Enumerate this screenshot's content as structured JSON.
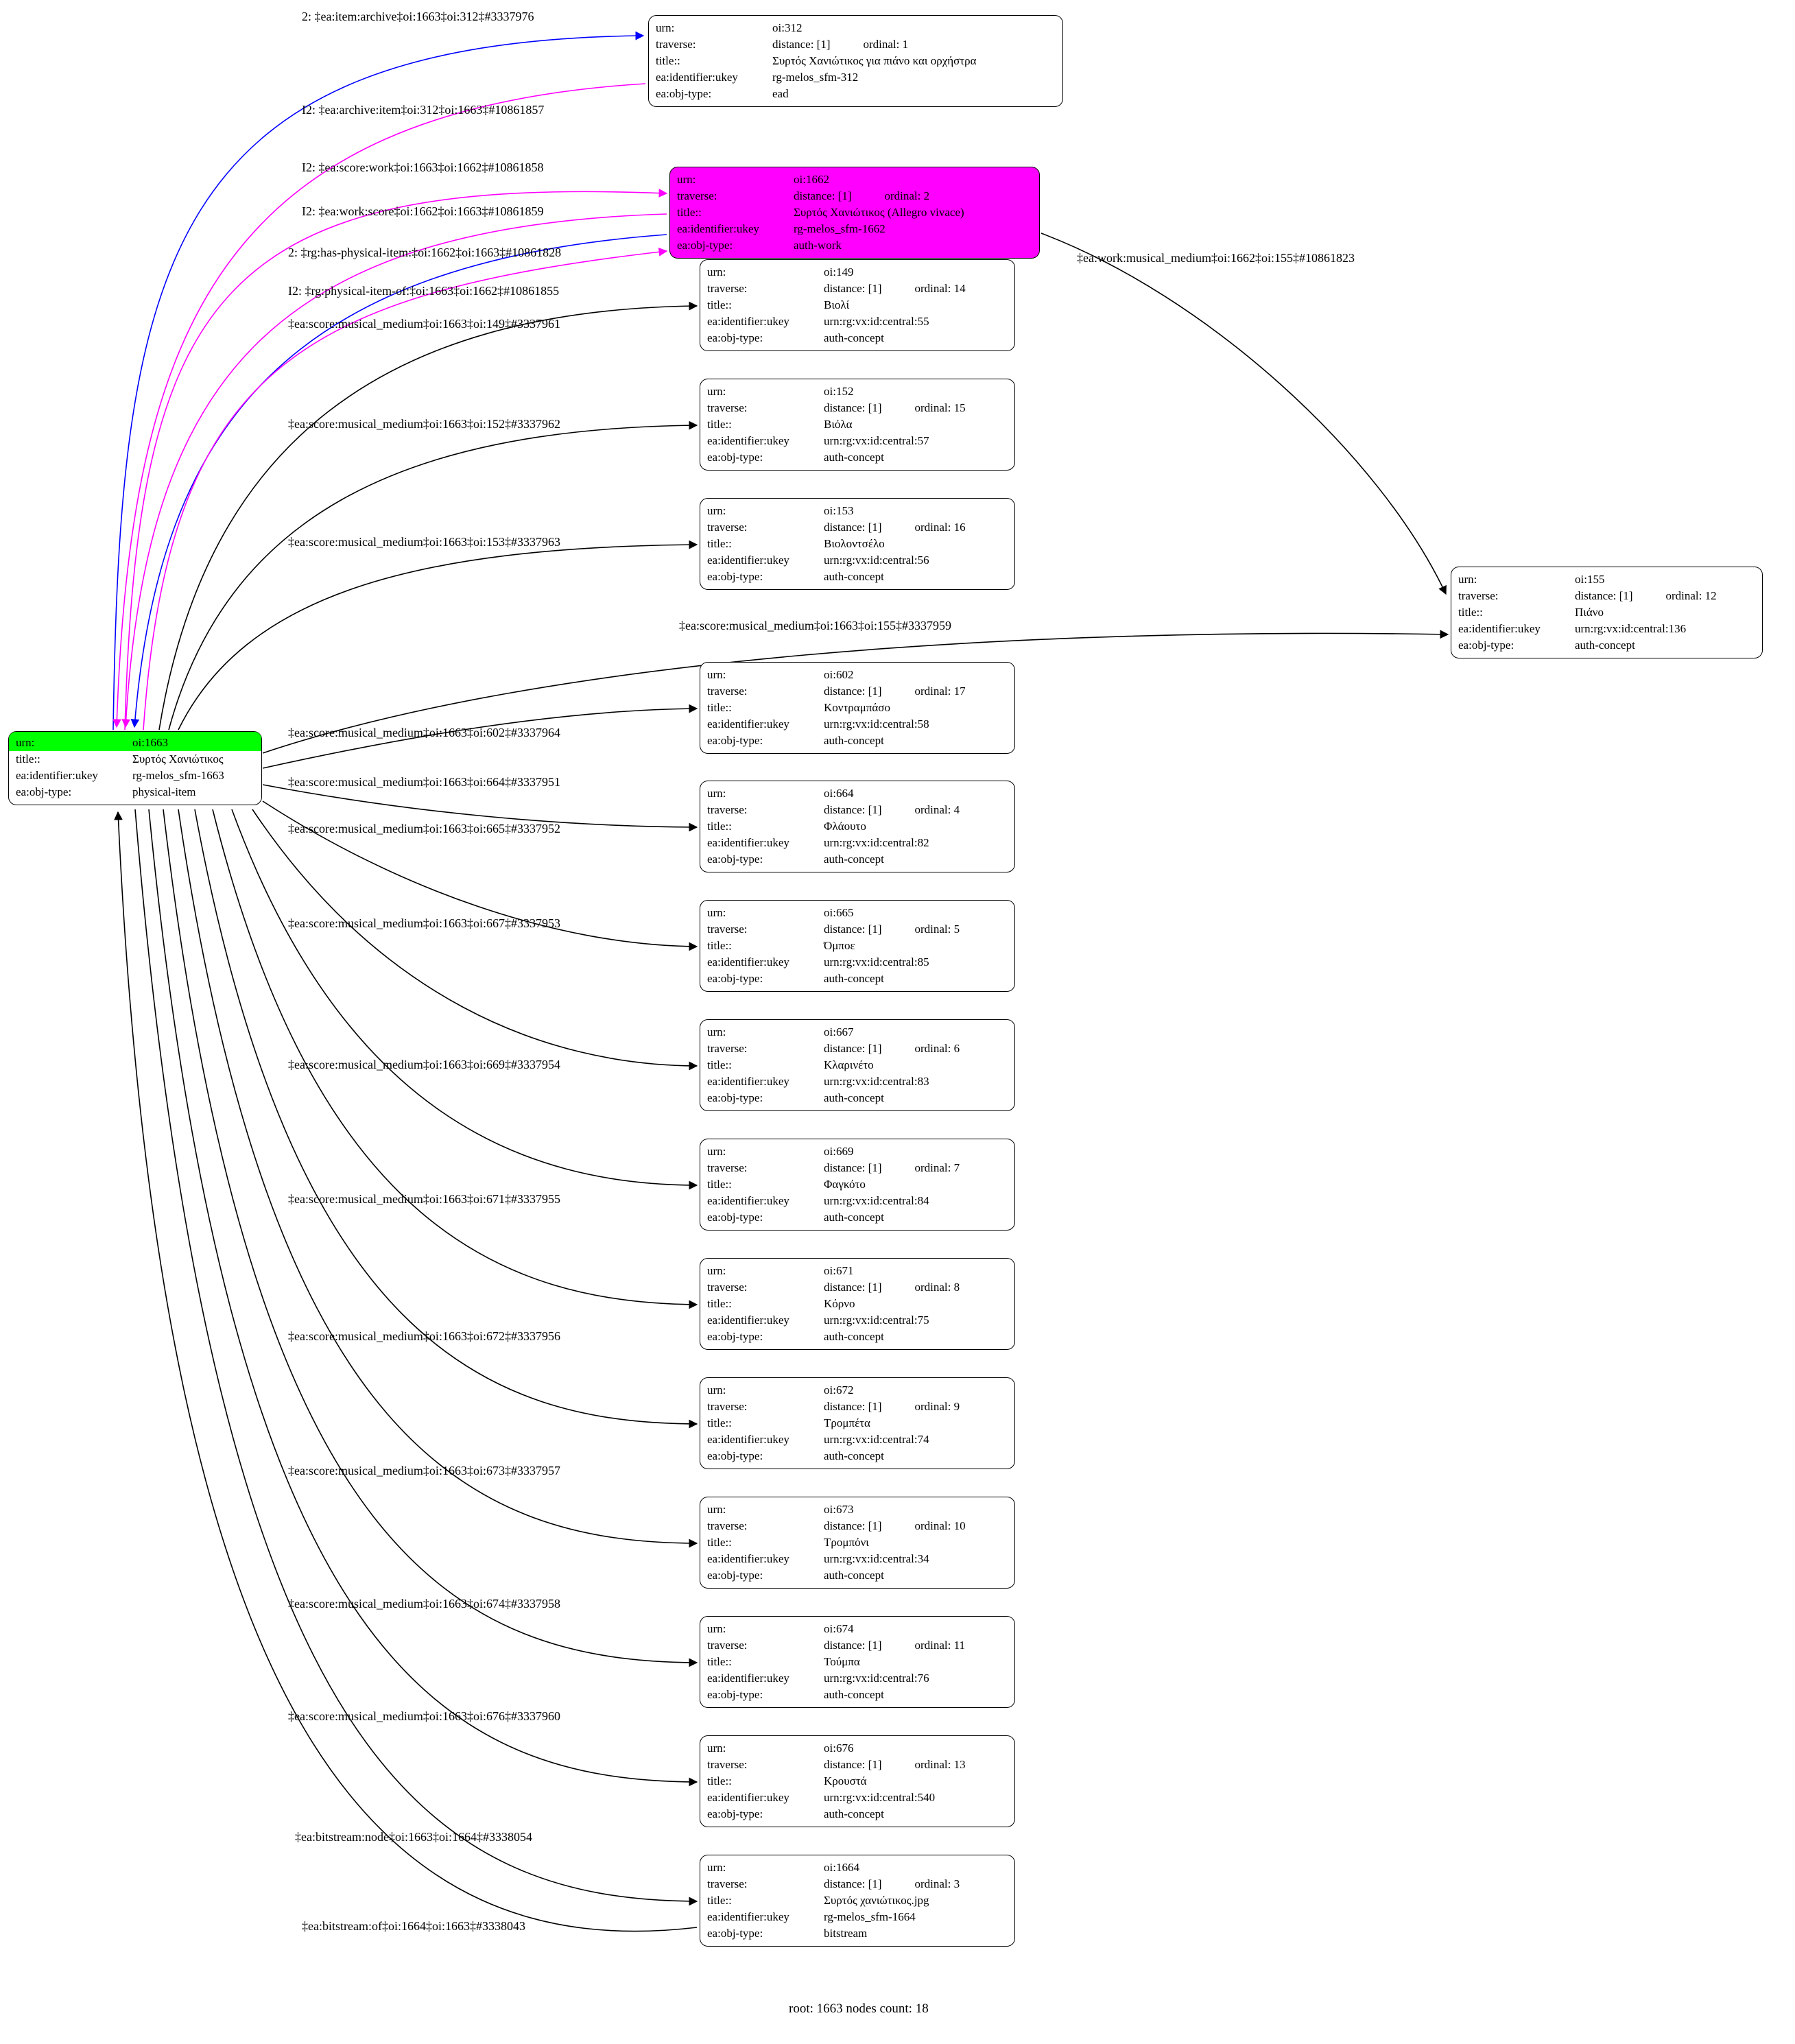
{
  "colors": {
    "root_highlight": "#00ff00",
    "work_node_fill": "#ff00ff",
    "edge_forward": "#0000ff",
    "edge_inverse": "#ff00ff",
    "edge_default": "#000000"
  },
  "labels": {
    "urn": "urn:",
    "traverse": "traverse:",
    "title": "title::",
    "ukey": "ea:identifier:ukey",
    "objtype": "ea:obj-type:"
  },
  "footer": "root: 1663 nodes count: 18",
  "nodes": {
    "n1663": {
      "urn": "oi:1663",
      "title": "Συρτός Χανιώτικος",
      "ukey": "rg-melos_sfm-1663",
      "objtype": "physical-item"
    },
    "n312": {
      "urn": "oi:312",
      "distance": "distance: [1]",
      "ordinal": "ordinal: 1",
      "title": "Συρτός Χανιώτικος για πιάνο και ορχήστρα",
      "ukey": "rg-melos_sfm-312",
      "objtype": "ead"
    },
    "n1662": {
      "urn": "oi:1662",
      "distance": "distance: [1]",
      "ordinal": "ordinal: 2",
      "title": "Συρτός Χανιώτικος (Allegro vivace)",
      "ukey": "rg-melos_sfm-1662",
      "objtype": "auth-work"
    },
    "n1664": {
      "urn": "oi:1664",
      "distance": "distance: [1]",
      "ordinal": "ordinal: 3",
      "title": "Συρτός χανιώτικος.jpg",
      "ukey": "rg-melos_sfm-1664",
      "objtype": "bitstream"
    },
    "n664": {
      "urn": "oi:664",
      "distance": "distance: [1]",
      "ordinal": "ordinal: 4",
      "title": "Φλάουτο",
      "ukey": "urn:rg:vx:id:central:82",
      "objtype": "auth-concept"
    },
    "n665": {
      "urn": "oi:665",
      "distance": "distance: [1]",
      "ordinal": "ordinal: 5",
      "title": "Όμποε",
      "ukey": "urn:rg:vx:id:central:85",
      "objtype": "auth-concept"
    },
    "n667": {
      "urn": "oi:667",
      "distance": "distance: [1]",
      "ordinal": "ordinal: 6",
      "title": "Κλαρινέτο",
      "ukey": "urn:rg:vx:id:central:83",
      "objtype": "auth-concept"
    },
    "n669": {
      "urn": "oi:669",
      "distance": "distance: [1]",
      "ordinal": "ordinal: 7",
      "title": "Φαγκότο",
      "ukey": "urn:rg:vx:id:central:84",
      "objtype": "auth-concept"
    },
    "n671": {
      "urn": "oi:671",
      "distance": "distance: [1]",
      "ordinal": "ordinal: 8",
      "title": "Κόρνο",
      "ukey": "urn:rg:vx:id:central:75",
      "objtype": "auth-concept"
    },
    "n672": {
      "urn": "oi:672",
      "distance": "distance: [1]",
      "ordinal": "ordinal: 9",
      "title": "Τρομπέτα",
      "ukey": "urn:rg:vx:id:central:74",
      "objtype": "auth-concept"
    },
    "n673": {
      "urn": "oi:673",
      "distance": "distance: [1]",
      "ordinal": "ordinal: 10",
      "title": "Τρομπόνι",
      "ukey": "urn:rg:vx:id:central:34",
      "objtype": "auth-concept"
    },
    "n674": {
      "urn": "oi:674",
      "distance": "distance: [1]",
      "ordinal": "ordinal: 11",
      "title": "Τούμπα",
      "ukey": "urn:rg:vx:id:central:76",
      "objtype": "auth-concept"
    },
    "n155": {
      "urn": "oi:155",
      "distance": "distance: [1]",
      "ordinal": "ordinal: 12",
      "title": "Πιάνο",
      "ukey": "urn:rg:vx:id:central:136",
      "objtype": "auth-concept"
    },
    "n676": {
      "urn": "oi:676",
      "distance": "distance: [1]",
      "ordinal": "ordinal: 13",
      "title": "Κρουστά",
      "ukey": "urn:rg:vx:id:central:540",
      "objtype": "auth-concept"
    },
    "n149": {
      "urn": "oi:149",
      "distance": "distance: [1]",
      "ordinal": "ordinal: 14",
      "title": "Βιολί",
      "ukey": "urn:rg:vx:id:central:55",
      "objtype": "auth-concept"
    },
    "n152": {
      "urn": "oi:152",
      "distance": "distance: [1]",
      "ordinal": "ordinal: 15",
      "title": "Βιόλα",
      "ukey": "urn:rg:vx:id:central:57",
      "objtype": "auth-concept"
    },
    "n153": {
      "urn": "oi:153",
      "distance": "distance: [1]",
      "ordinal": "ordinal: 16",
      "title": "Βιολοντσέλο",
      "ukey": "urn:rg:vx:id:central:56",
      "objtype": "auth-concept"
    },
    "n602": {
      "urn": "oi:602",
      "distance": "distance: [1]",
      "ordinal": "ordinal: 17",
      "title": "Κοντραμπάσο",
      "ukey": "urn:rg:vx:id:central:58",
      "objtype": "auth-concept"
    }
  },
  "edges": {
    "item_archive": {
      "label": "2: ‡ea:item:archive‡oi:1663‡oi:312‡#3337976"
    },
    "archive_item": {
      "label": "I2: ‡ea:archive:item‡oi:312‡oi:1663‡#10861857"
    },
    "score_work": {
      "label": "I2: ‡ea:score:work‡oi:1663‡oi:1662‡#10861858"
    },
    "work_score": {
      "label": "I2: ‡ea:work:score‡oi:1662‡oi:1663‡#10861859"
    },
    "has_physical_item": {
      "label": "2: ‡rg:has-physical-item:‡oi:1662‡oi:1663‡#10861828"
    },
    "physical_item_of": {
      "label": "I2: ‡rg:physical-item-of:‡oi:1663‡oi:1662‡#10861855"
    },
    "mm_149": {
      "label": "‡ea:score:musical_medium‡oi:1663‡oi:149‡#3337961"
    },
    "mm_152": {
      "label": "‡ea:score:musical_medium‡oi:1663‡oi:152‡#3337962"
    },
    "mm_153": {
      "label": "‡ea:score:musical_medium‡oi:1663‡oi:153‡#3337963"
    },
    "mm_155": {
      "label": "‡ea:score:musical_medium‡oi:1663‡oi:155‡#3337959"
    },
    "mm_602": {
      "label": "‡ea:score:musical_medium‡oi:1663‡oi:602‡#3337964"
    },
    "mm_664": {
      "label": "‡ea:score:musical_medium‡oi:1663‡oi:664‡#3337951"
    },
    "mm_665": {
      "label": "‡ea:score:musical_medium‡oi:1663‡oi:665‡#3337952"
    },
    "mm_667": {
      "label": "‡ea:score:musical_medium‡oi:1663‡oi:667‡#3337953"
    },
    "mm_669": {
      "label": "‡ea:score:musical_medium‡oi:1663‡oi:669‡#3337954"
    },
    "mm_671": {
      "label": "‡ea:score:musical_medium‡oi:1663‡oi:671‡#3337955"
    },
    "mm_672": {
      "label": "‡ea:score:musical_medium‡oi:1663‡oi:672‡#3337956"
    },
    "mm_673": {
      "label": "‡ea:score:musical_medium‡oi:1663‡oi:673‡#3337957"
    },
    "mm_674": {
      "label": "‡ea:score:musical_medium‡oi:1663‡oi:674‡#3337958"
    },
    "mm_676": {
      "label": "‡ea:score:musical_medium‡oi:1663‡oi:676‡#3337960"
    },
    "bitstream_node": {
      "label": "‡ea:bitstream:node‡oi:1663‡oi:1664‡#3338054"
    },
    "bitstream_of": {
      "label": "‡ea:bitstream:of‡oi:1664‡oi:1663‡#3338043"
    },
    "work_musical_medium": {
      "label": "‡ea:work:musical_medium‡oi:1662‡oi:155‡#10861823"
    }
  }
}
